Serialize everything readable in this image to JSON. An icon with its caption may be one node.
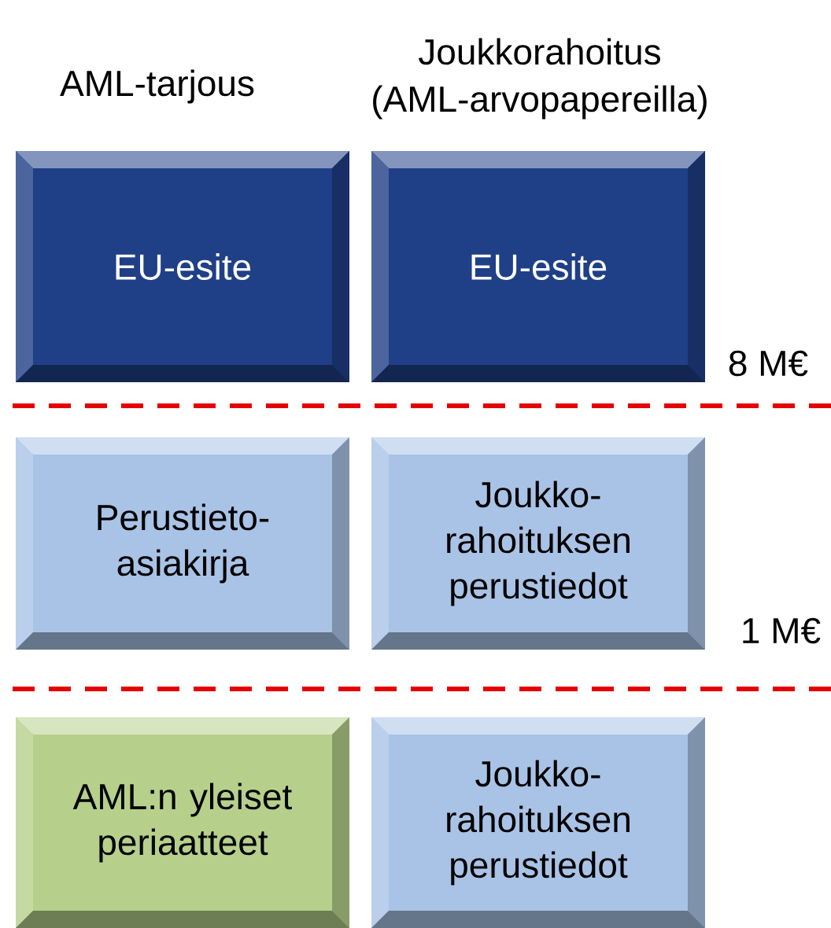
{
  "diagram": {
    "nodes": [
      {
        "text": [
          "EU-esite"
        ]
      },
      {
        "text": [
          "EU-esite"
        ]
      },
      {
        "text": [
          "Perustieto- asiakirja"
        ]
      },
      {
        "text": [
          "Joukko- rahoituksen perustiedot"
        ]
      },
      {
        "text": [
          "AML:n yleiset periaatteet"
        ]
      },
      {
        "text": [
          "Joukko- rahoituksen perustiedot"
        ]
      }
    ],
    "labels": [
      "AML-tarjous",
      "Joukkorahoitus (AML-arvopapereilla)",
      "8 M€",
      "1 M€"
    ]
  }
}
